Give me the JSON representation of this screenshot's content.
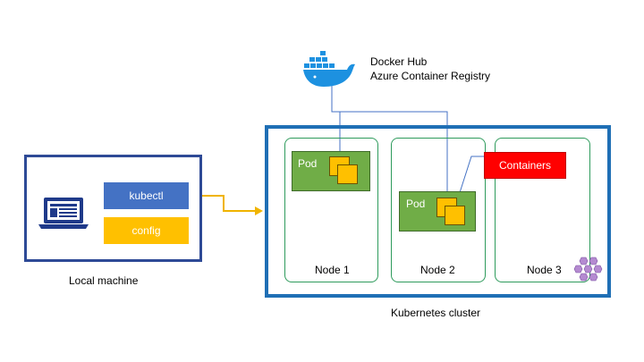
{
  "docker": {
    "line1": "Docker Hub",
    "line2": "Azure Container Registry"
  },
  "local": {
    "kubectl": "kubectl",
    "config": "config",
    "label": "Local machine"
  },
  "cluster": {
    "label": "Kubernetes cluster",
    "nodes": [
      "Node 1",
      "Node 2",
      "Node 3"
    ],
    "pod_label": "Pod",
    "containers_label": "Containers"
  },
  "colors": {
    "kubectl": "#4472c4",
    "config": "#ffc000",
    "pod": "#70ad47",
    "container": "#ffc000",
    "containers_callout": "#ff0000",
    "cluster_border": "#1f6fb5",
    "local_border": "#2e4a96",
    "arrow": "#f0b400",
    "registry_link": "#4472c4"
  },
  "icons": {
    "registry": "docker-whale-icon",
    "local": "laptop-icon",
    "cluster": "kubernetes-hex-icon"
  }
}
